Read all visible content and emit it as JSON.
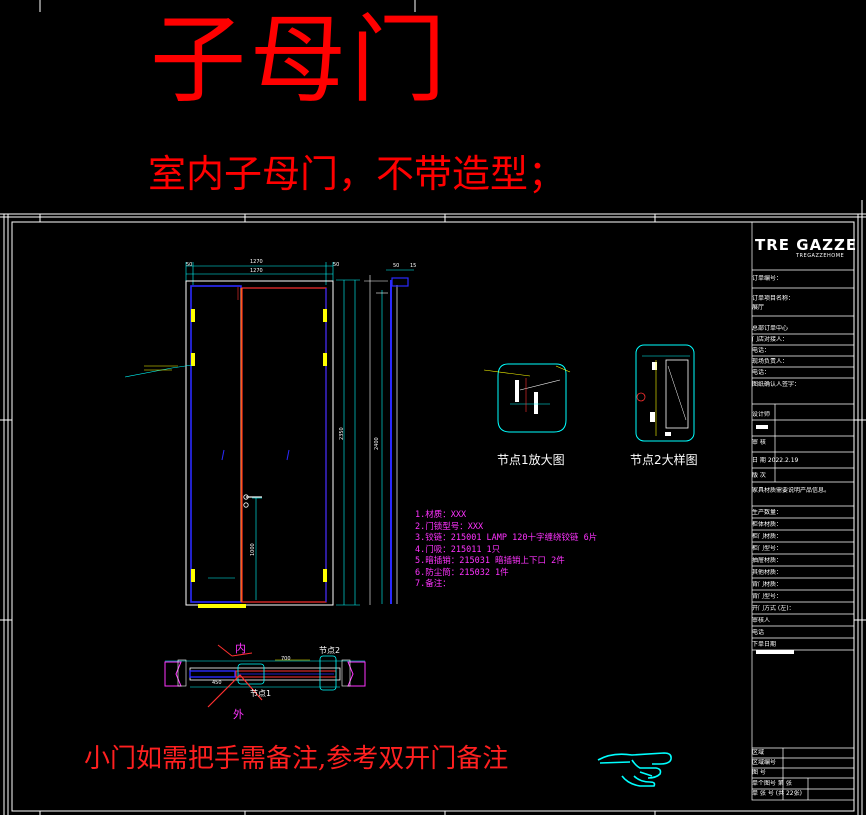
{
  "title": "子母门",
  "subtitle": "室内子母门，不带造型；",
  "bottom_note": "小门如需把手需备注,参考双开门备注",
  "node1_caption": "节点1放大图",
  "node2_caption": "节点2大样图",
  "plan_labels": {
    "inner": "内",
    "outer": "外",
    "node1": "节点1",
    "node2": "节点2"
  },
  "elevation_dims": {
    "top_total": "1270",
    "top_sub": "1270",
    "left_small": "50",
    "right_small": "50",
    "height_main": "2350",
    "height_frame": "2400",
    "handle_height": "1000",
    "side_top_a": "50",
    "side_top_b": "15",
    "plan_width": "700",
    "plan_left": "450"
  },
  "material_notes": [
    "1.材质：XXX",
    "2.门锁型号：XXX",
    "3.铰链：215001  LAMP 120十字缠绕铰链 6片",
    "4.门吸：215011  1只",
    "5.暗插销：215031 暗插销上下口 2件",
    "6.防尘筒：215032 1件",
    "7.备注："
  ],
  "title_block": {
    "logo": "TRE GAZZE",
    "logo_sub": "TREGAZZEHOME",
    "rows": [
      "订单编号：",
      "订单项目名称：",
      "  展厅",
      "          总部订单中心",
      "门店对接人：",
      "电话：",
      "现场负责人：",
      "电话：",
      "图纸确认人签字：",
      "设计师",
      "审  核",
      "日  期      2022.2.19",
      "版  次",
      "家具材质需要说明产品信息。",
      "生产数量：",
      "柜体材质：",
      "柜门材质：",
      "柜门型号：",
      "抽屉材质：",
      "其他材质：",
      "背门材质：",
      "背门型号：",
      "开门方式 (左)：",
      "审核人",
      "电话",
      "下单日期",
      "区域",
      "区域编号",
      "图  号",
      "单个图号     第   张",
      "单 张 号     (共 22张)"
    ]
  },
  "colors": {
    "background": "#000000",
    "title_red": "#ff0000",
    "frame_white": "#ffffff",
    "door_blue": "#2a2aff",
    "door_red": "#ff3030",
    "dim_cyan": "#00ffff",
    "hinge_yellow": "#ffff00",
    "note_magenta": "#ff33ff"
  }
}
